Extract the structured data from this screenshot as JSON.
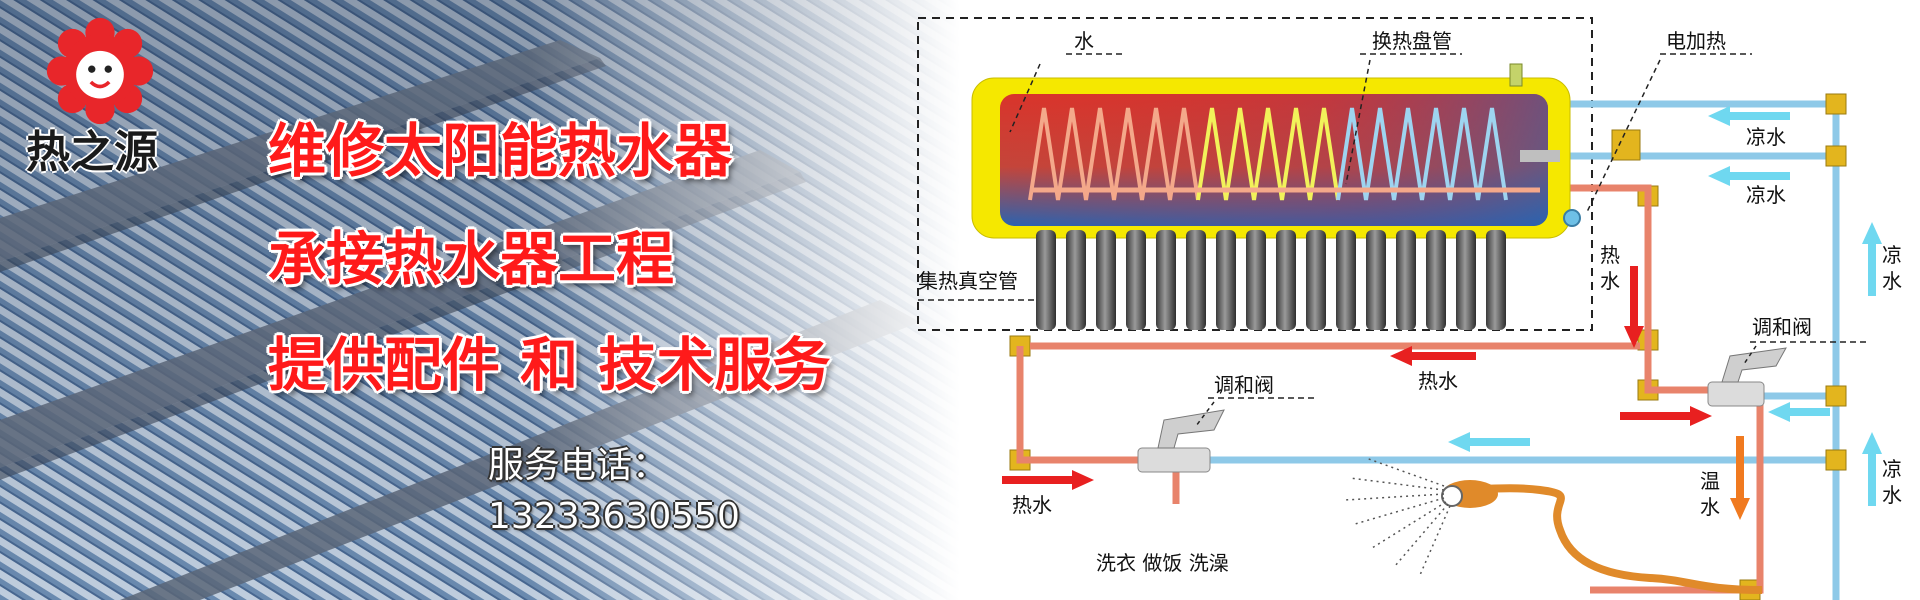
{
  "logo": {
    "text": "热之源",
    "icon": "sun-face-icon"
  },
  "slogans": [
    "维修太阳能热水器",
    "承接热水器工程",
    "提供配件 和 技术服务"
  ],
  "contact": {
    "label": "服务电话：",
    "number": "13233630550"
  },
  "diagram": {
    "labels": {
      "water": "水",
      "coil": "换热盘管",
      "heater": "电加热",
      "cold_1": "凉水",
      "cold_2": "凉水",
      "cold_3": "凉",
      "cold_3b": "水",
      "cold_4": "凉",
      "cold_4b": "水",
      "tubes": "集热真空管",
      "hot_1": "热",
      "hot_1b": "水",
      "mixer_1": "调和阀",
      "hot_2": "热水",
      "mixer_2": "调和阀",
      "warm": "温",
      "warm_b": "水",
      "hot_3": "热水",
      "uses": "洗衣 做饭 洗澡"
    }
  },
  "colors": {
    "slogan": "#ff1a1a",
    "hot_pipe": "#e8836b",
    "cold_pipe": "#8ec9e8",
    "tank_outer": "#f5e800",
    "tank_hot": "#d9342b",
    "tank_cold": "#2a63b0"
  }
}
